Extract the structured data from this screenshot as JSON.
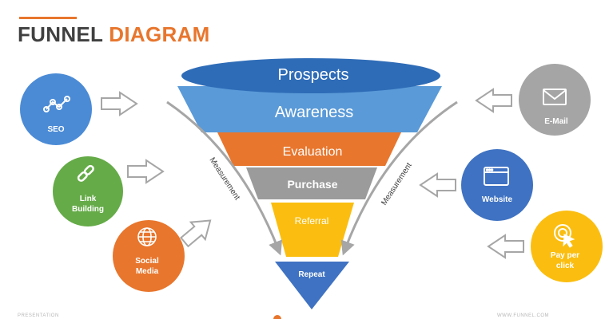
{
  "header": {
    "title_part1": "FUNNEL",
    "title_part2": "DIAGRAM"
  },
  "funnel": {
    "levels": [
      "Prospects",
      "Awareness",
      "Evaluation",
      "Purchase",
      "Referral",
      "Repeat"
    ],
    "measurement_left": "Measurement",
    "measurement_right": "Measurement"
  },
  "sources_left": [
    {
      "label_line1": "SEO",
      "label_line2": "",
      "icon": "link-nodes-icon",
      "color": "#4b8bd6"
    },
    {
      "label_line1": "Link",
      "label_line2": "Building",
      "icon": "chain-link-icon",
      "color": "#65ab48"
    },
    {
      "label_line1": "Social",
      "label_line2": "Media",
      "icon": "globe-icon",
      "color": "#e8762d"
    }
  ],
  "sources_right": [
    {
      "label_line1": "E-Mail",
      "label_line2": "",
      "icon": "envelope-icon",
      "color": "#a5a5a5"
    },
    {
      "label_line1": "Website",
      "label_line2": "",
      "icon": "browser-window-icon",
      "color": "#3f72c2"
    },
    {
      "label_line1": "Pay per",
      "label_line2": "click",
      "icon": "cursor-click-icon",
      "color": "#fbbe10"
    }
  ],
  "colors": {
    "title_dark": "#404040",
    "accent_orange": "#e8762d",
    "prospects_blue": "#2f6cb7",
    "awareness_blue": "#5a9ad8",
    "evaluation_orange": "#e8762d",
    "purchase_gray": "#9b9b9b",
    "referral_yellow": "#fbbe10",
    "repeat_blue": "#3f72c2",
    "arrow_gray": "#a6a6a6"
  },
  "footer": {
    "left": "PRESENTATION",
    "right": "WWW.FUNNEL.COM"
  }
}
